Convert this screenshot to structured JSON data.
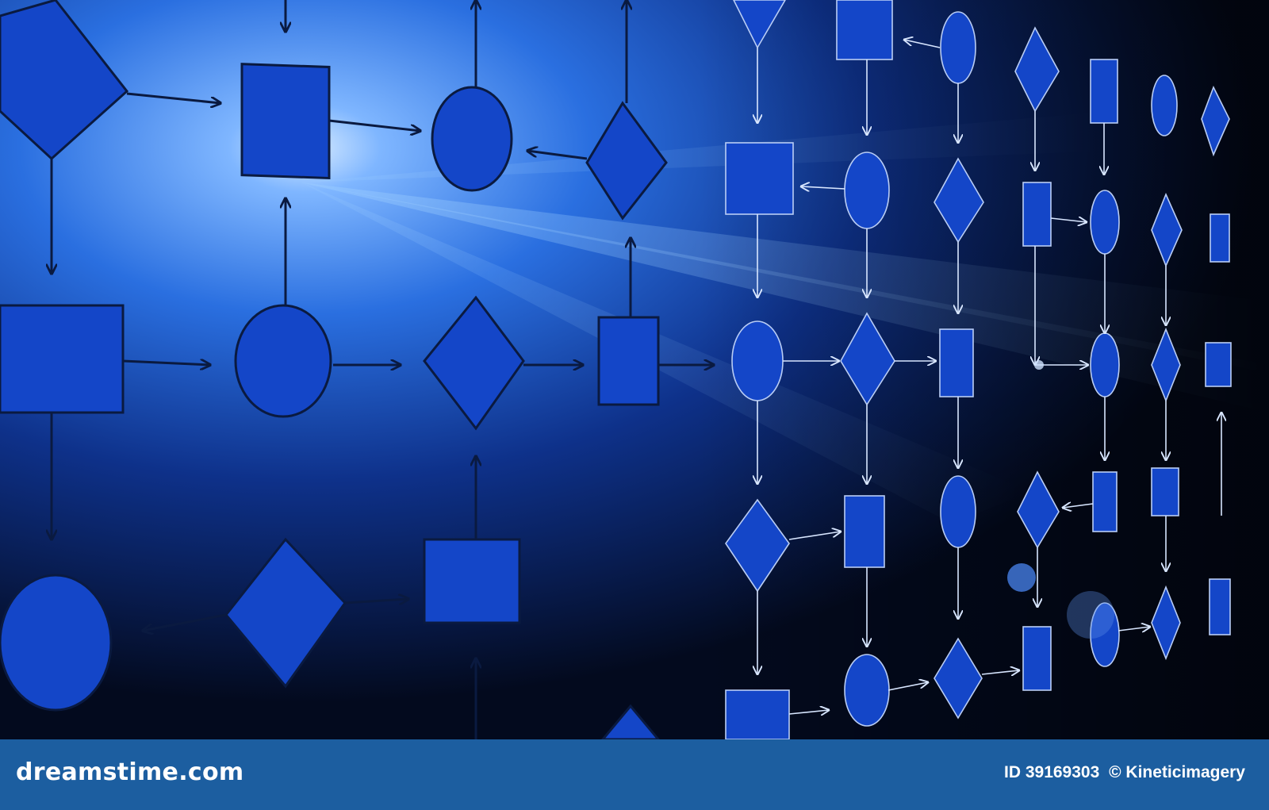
{
  "footer": {
    "brand": "dreamstime.com",
    "image_id": "ID 39169303",
    "credit": "© Kineticimagery"
  },
  "colors": {
    "background_glow": "#3a8dff",
    "shape_fill": "#1446c8",
    "shape_stroke": "#0a1a40",
    "footer_bar": "#1c5ea0"
  }
}
